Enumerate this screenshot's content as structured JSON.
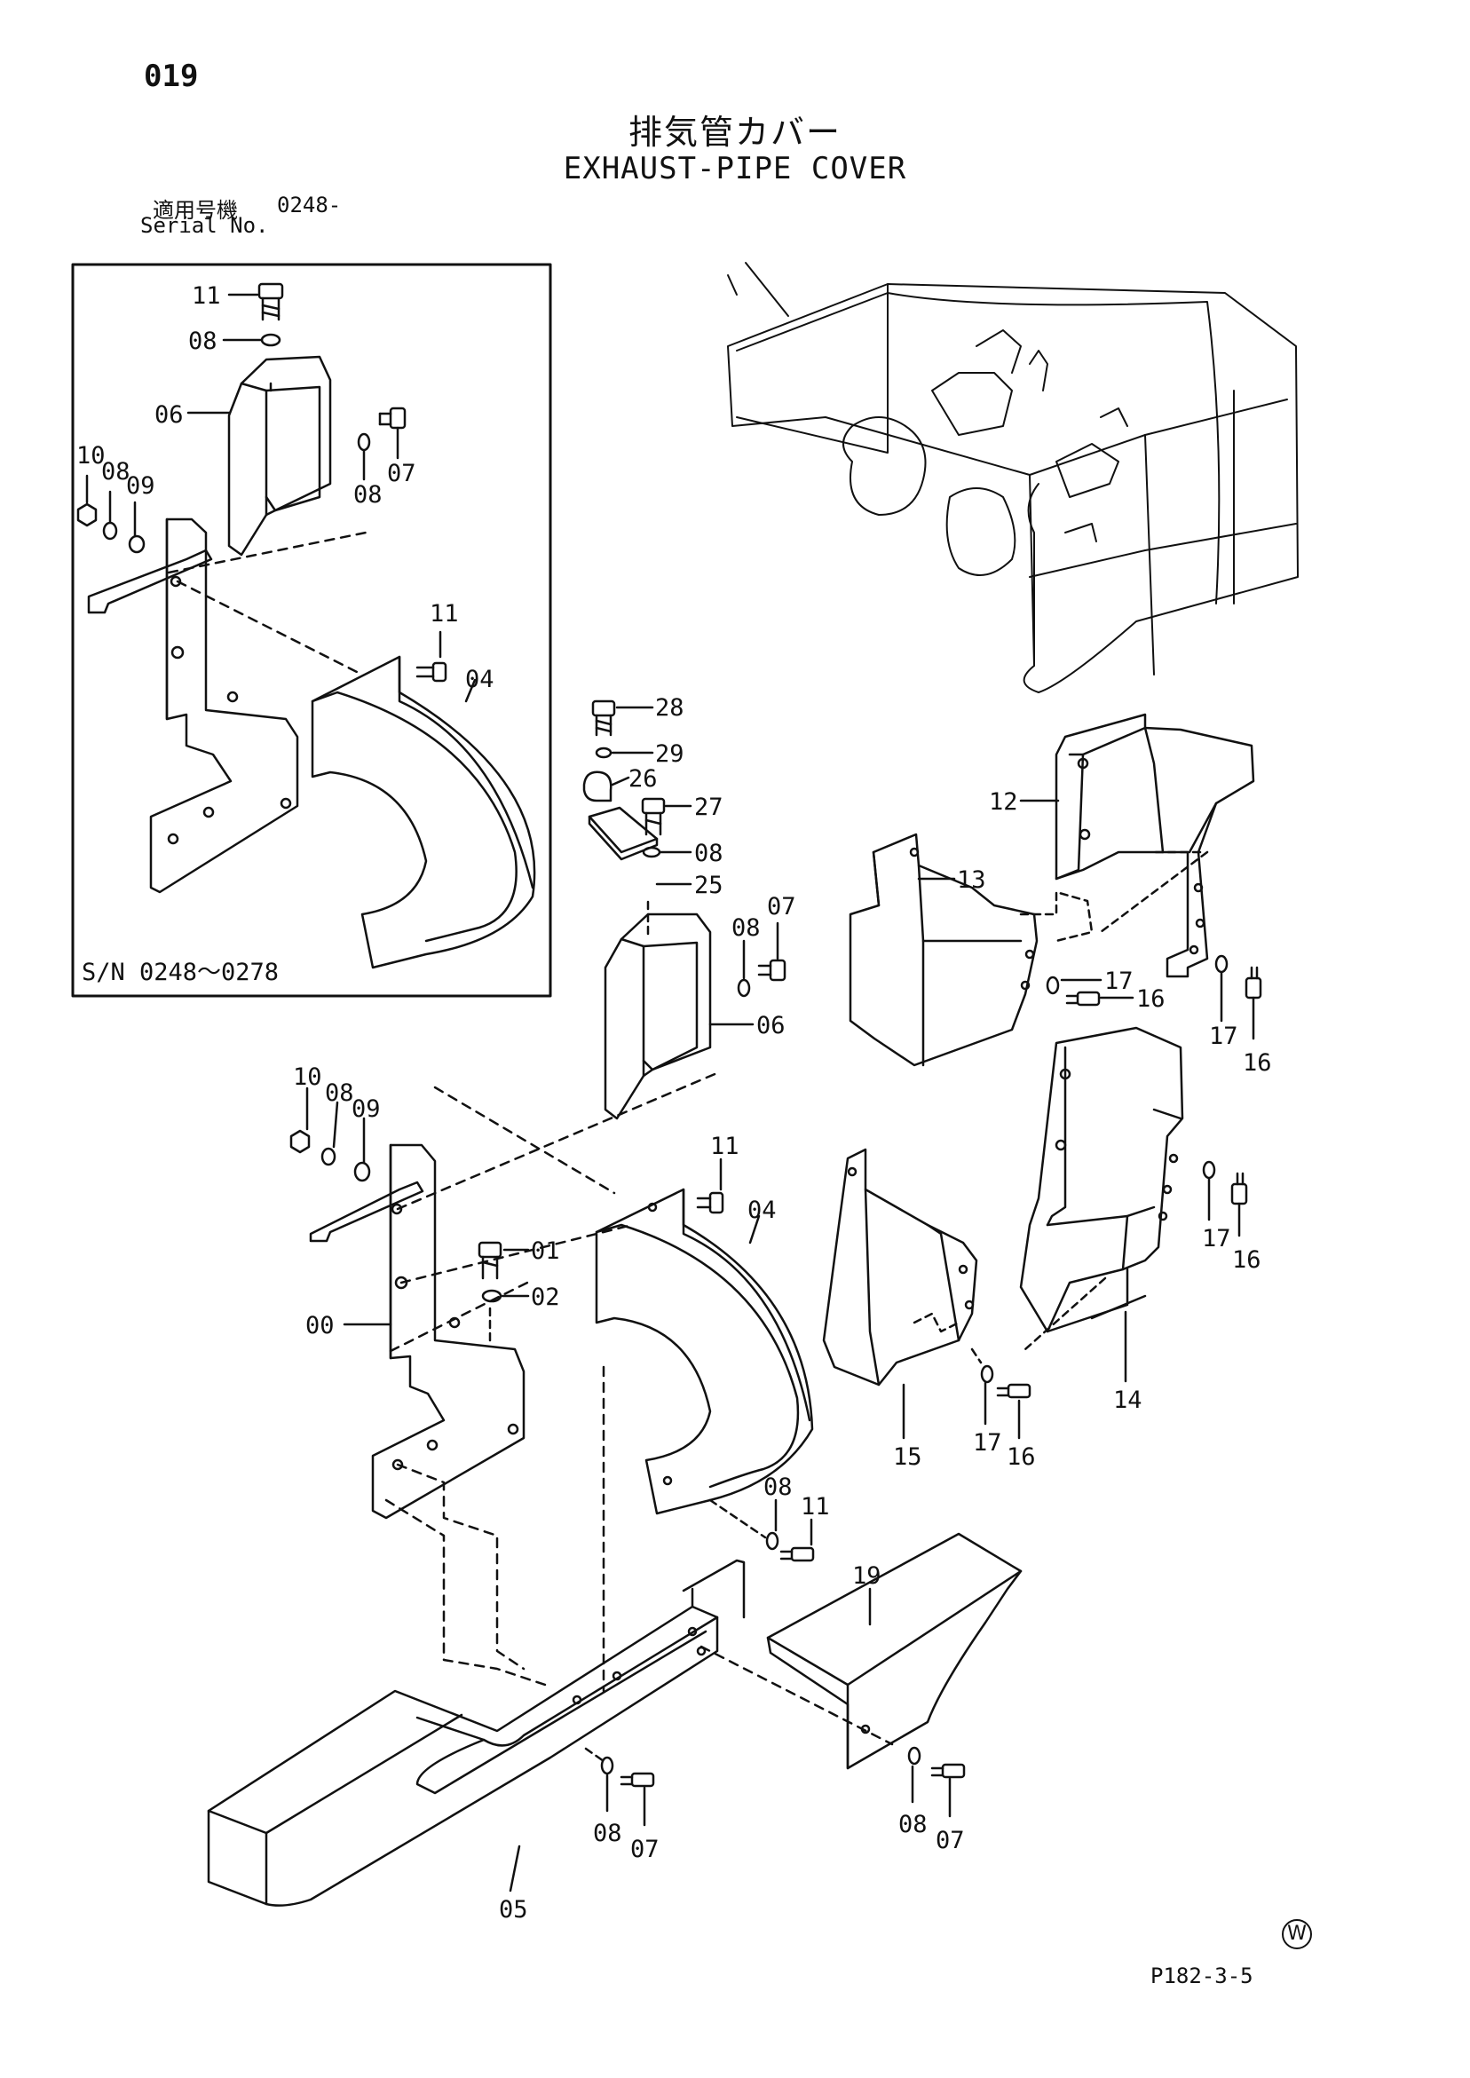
{
  "page": {
    "number": "019",
    "footer_code": "P182-3-5",
    "logo": "W"
  },
  "title": {
    "jp": "排気管カバー",
    "en": "EXHAUST-PIPE COVER"
  },
  "serial": {
    "label_jp": "適用号機",
    "value": "0248-",
    "label_en": "Serial No."
  },
  "inset": {
    "range_label": "S/N  0248～0278"
  },
  "callouts": {
    "inset": [
      "11",
      "08",
      "06",
      "07",
      "08",
      "10",
      "08",
      "09",
      "11",
      "04"
    ],
    "main": [
      "28",
      "29",
      "26",
      "27",
      "08",
      "25",
      "07",
      "08",
      "06",
      "12",
      "13",
      "17",
      "16",
      "17",
      "16",
      "10",
      "08",
      "09",
      "11",
      "04",
      "01",
      "02",
      "00",
      "17",
      "16",
      "15",
      "17",
      "16",
      "14",
      "08",
      "11",
      "19",
      "08",
      "07",
      "05",
      "08",
      "07"
    ]
  },
  "icons": [
    "bolt-icon",
    "washer-icon",
    "nut-icon",
    "clamp-icon",
    "engine-illustration"
  ]
}
